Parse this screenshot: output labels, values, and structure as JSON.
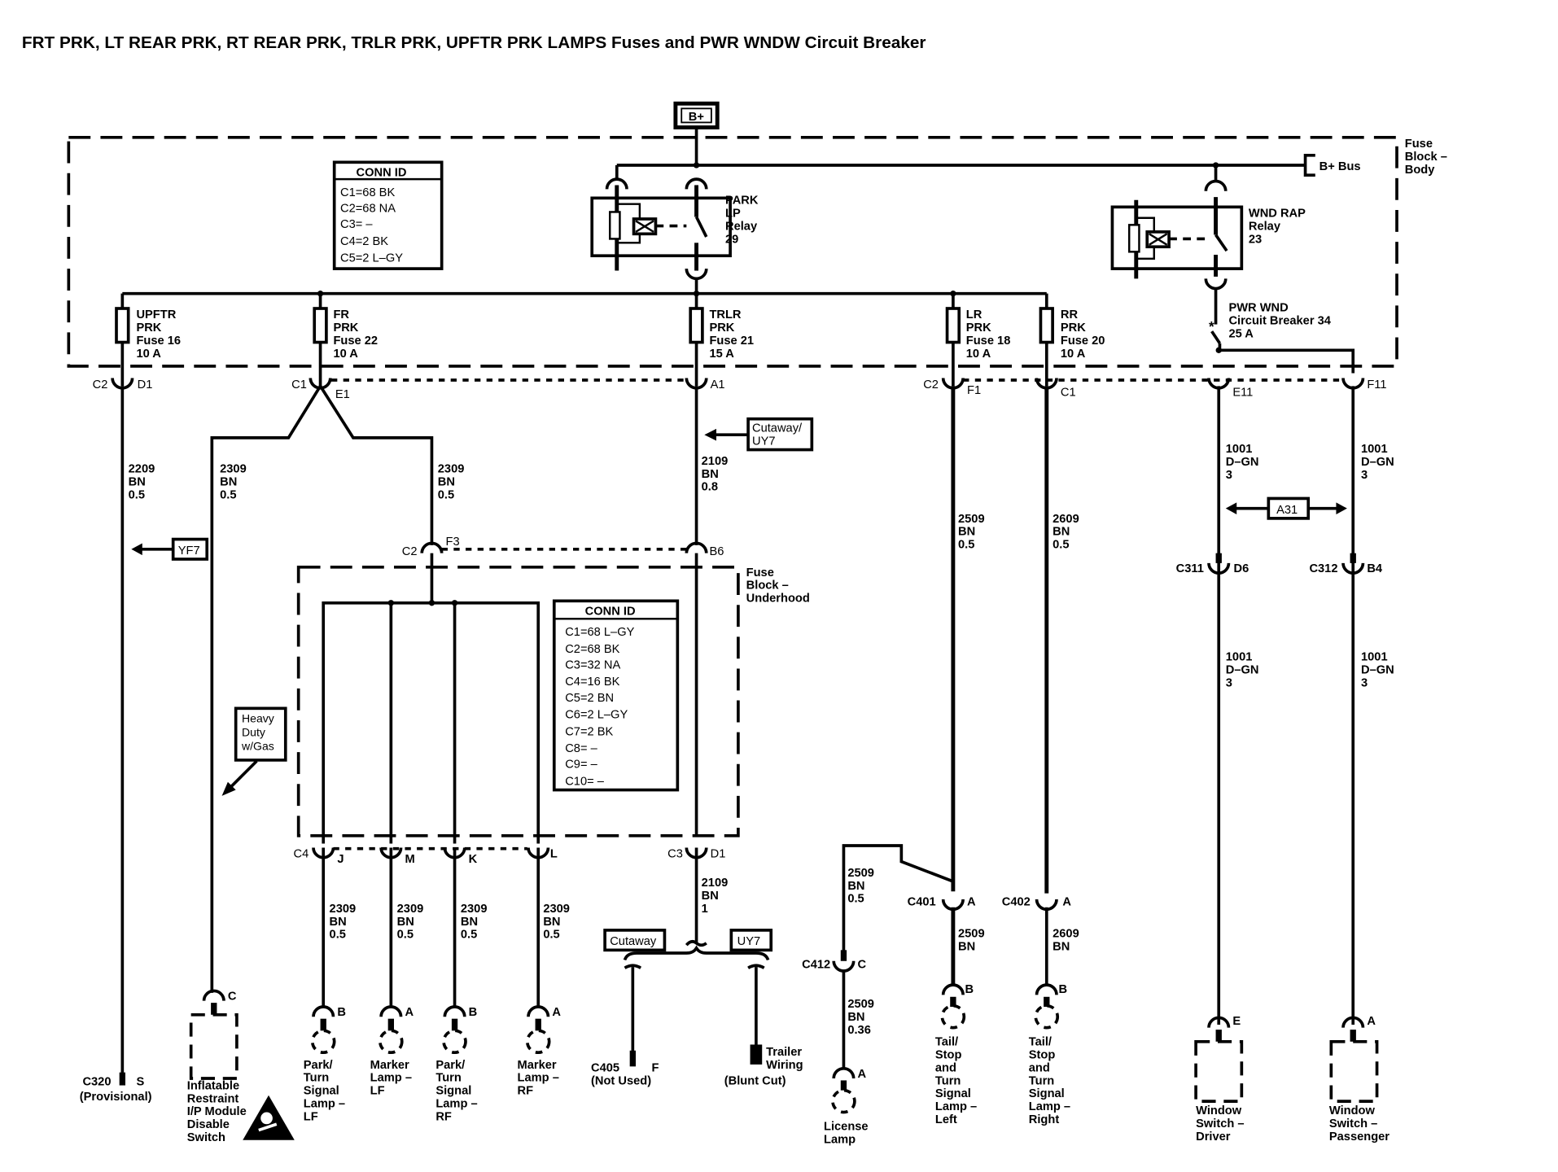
{
  "title": "FRT PRK, LT REAR PRK, RT REAR PRK, TRLR PRK, UPFTR PRK LAMPS Fuses and PWR WNDW Circuit Breaker",
  "power_source": "B+",
  "bus_label": "B+ Bus",
  "fuse_block_body": {
    "label_lines": [
      "Fuse",
      "Block –",
      "Body"
    ]
  },
  "conn_id_body": {
    "header": "CONN ID",
    "rows": [
      "C1=68 BK",
      "C2=68 NA",
      "C3= –",
      "C4=2 BK",
      "C5=2 L–GY"
    ]
  },
  "relays": [
    {
      "id": "park_lp",
      "lines": [
        "PARK",
        "LP",
        "Relay",
        "29"
      ]
    },
    {
      "id": "wnd_rap",
      "lines": [
        "WND RAP",
        "Relay",
        "23"
      ]
    }
  ],
  "fuses": [
    {
      "id": "upftr",
      "lines": [
        "UPFTR",
        "PRK",
        "Fuse 16",
        "10 A"
      ]
    },
    {
      "id": "fr",
      "lines": [
        "FR",
        "PRK",
        "Fuse 22",
        "10 A"
      ]
    },
    {
      "id": "trlr",
      "lines": [
        "TRLR",
        "PRK",
        "Fuse 21",
        "15 A"
      ]
    },
    {
      "id": "lr",
      "lines": [
        "LR",
        "PRK",
        "Fuse 18",
        "10 A"
      ]
    },
    {
      "id": "rr",
      "lines": [
        "RR",
        "PRK",
        "Fuse 20",
        "10 A"
      ]
    }
  ],
  "circuit_breaker": {
    "lines": [
      "PWR WND",
      "Circuit Breaker 34",
      "25 A"
    ]
  },
  "body_connectors": {
    "upftr": {
      "conn": "C2",
      "pin": "D1"
    },
    "fr": {
      "conn": "C1",
      "pin": "E1"
    },
    "trlr": {
      "pin": "A1"
    },
    "lr": {
      "conn": "C2",
      "pin": "F1"
    },
    "rr": {
      "pin": "C1"
    },
    "cb_a": {
      "pin": "E11"
    },
    "cb_b": {
      "pin": "F11"
    }
  },
  "wires": {
    "upftr": [
      "2209",
      "BN",
      "0.5"
    ],
    "fr_left": [
      "2309",
      "BN",
      "0.5"
    ],
    "fr_right": [
      "2309",
      "BN",
      "0.5"
    ],
    "trlr": [
      "2109",
      "BN",
      "0.8"
    ],
    "lr": [
      "2509",
      "BN",
      "0.5"
    ],
    "rr": [
      "2609",
      "BN",
      "0.5"
    ],
    "pw_driver_upper": [
      "1001",
      "D–GN",
      "3"
    ],
    "pw_pass_upper": [
      "1001",
      "D–GN",
      "3"
    ],
    "pw_driver_lower": [
      "1001",
      "D–GN",
      "3"
    ],
    "pw_pass_lower": [
      "1001",
      "D–GN",
      "3"
    ],
    "lamp_lf_park": [
      "2309",
      "BN",
      "0.5"
    ],
    "lamp_lf_marker": [
      "2309",
      "BN",
      "0.5"
    ],
    "lamp_rf_park": [
      "2309",
      "BN",
      "0.5"
    ],
    "lamp_rf_marker": [
      "2309",
      "BN",
      "0.5"
    ],
    "trlr_lower": [
      "2109",
      "BN",
      "1"
    ],
    "license_upper": [
      "2509",
      "BN",
      "0.5"
    ],
    "license_lower": [
      "2509",
      "BN",
      "0.36"
    ],
    "tail_left": [
      "2509",
      "BN"
    ],
    "tail_right": [
      "2609",
      "BN"
    ]
  },
  "refs": {
    "yf7": "YF7",
    "cutaway_uy7": [
      "Cutaway/",
      "UY7"
    ],
    "a31": "A31",
    "heavy_duty": [
      "Heavy",
      "Duty",
      "w/Gas"
    ],
    "cutaway": "Cutaway",
    "uy7": "UY7"
  },
  "underhood": {
    "label_lines": [
      "Fuse",
      "Block –",
      "Underhood"
    ],
    "in_connectors": {
      "left_conn": "C2",
      "left_pin": "F3",
      "right_pin": "B6"
    },
    "conn_id": {
      "header": "CONN ID",
      "rows": [
        "C1=68 L–GY",
        "C2=68 BK",
        "C3=32 NA",
        "C4=16 BK",
        "C5=2 BN",
        "C6=2 L–GY",
        "C7=2 BK",
        "C8= –",
        "C9= –",
        "C10= –"
      ]
    },
    "out_connectors": {
      "c4": "C4",
      "pins": [
        "J",
        "M",
        "K",
        "L"
      ],
      "c3": "C3",
      "c3_pin": "D1"
    }
  },
  "inline_connectors": {
    "c311": {
      "conn": "C311",
      "pin": "D6"
    },
    "c312": {
      "conn": "C312",
      "pin": "B4"
    },
    "c401": {
      "conn": "C401",
      "pin": "A"
    },
    "c402": {
      "conn": "C402",
      "pin": "A"
    },
    "c412": {
      "conn": "C412",
      "pin": "C"
    }
  },
  "components": {
    "c320": {
      "conn": "C320",
      "pin": "S",
      "note": "(Provisional)"
    },
    "airbag_switch": {
      "pin": "C",
      "lines": [
        "Inflatable",
        "Restraint",
        "I/P Module",
        "Disable",
        "Switch"
      ]
    },
    "park_turn_lf": {
      "pin": "B",
      "lines": [
        "Park/",
        "Turn",
        "Signal",
        "Lamp –",
        "LF"
      ]
    },
    "marker_lf": {
      "pin": "A",
      "lines": [
        "Marker",
        "Lamp –",
        "LF"
      ]
    },
    "park_turn_rf": {
      "pin": "B",
      "lines": [
        "Park/",
        "Turn",
        "Signal",
        "Lamp –",
        "RF"
      ]
    },
    "marker_rf": {
      "pin": "A",
      "lines": [
        "Marker",
        "Lamp –",
        "RF"
      ]
    },
    "c405": {
      "conn": "C405",
      "pin": "F",
      "note": "(Not Used)"
    },
    "trailer_wiring": {
      "lines": [
        "Trailer",
        "Wiring"
      ],
      "note": "(Blunt Cut)"
    },
    "license_lamp": {
      "pin": "A",
      "lines": [
        "License",
        "Lamp"
      ]
    },
    "tail_left": {
      "pin": "B",
      "lines": [
        "Tail/",
        "Stop",
        "and",
        "Turn",
        "Signal",
        "Lamp –",
        "Left"
      ]
    },
    "tail_right": {
      "pin": "B",
      "lines": [
        "Tail/",
        "Stop",
        "and",
        "Turn",
        "Signal",
        "Lamp –",
        "Right"
      ]
    },
    "window_driver": {
      "pin": "E",
      "lines": [
        "Window",
        "Switch –",
        "Driver"
      ]
    },
    "window_passenger": {
      "pin": "A",
      "lines": [
        "Window",
        "Switch –",
        "Passenger"
      ]
    }
  }
}
